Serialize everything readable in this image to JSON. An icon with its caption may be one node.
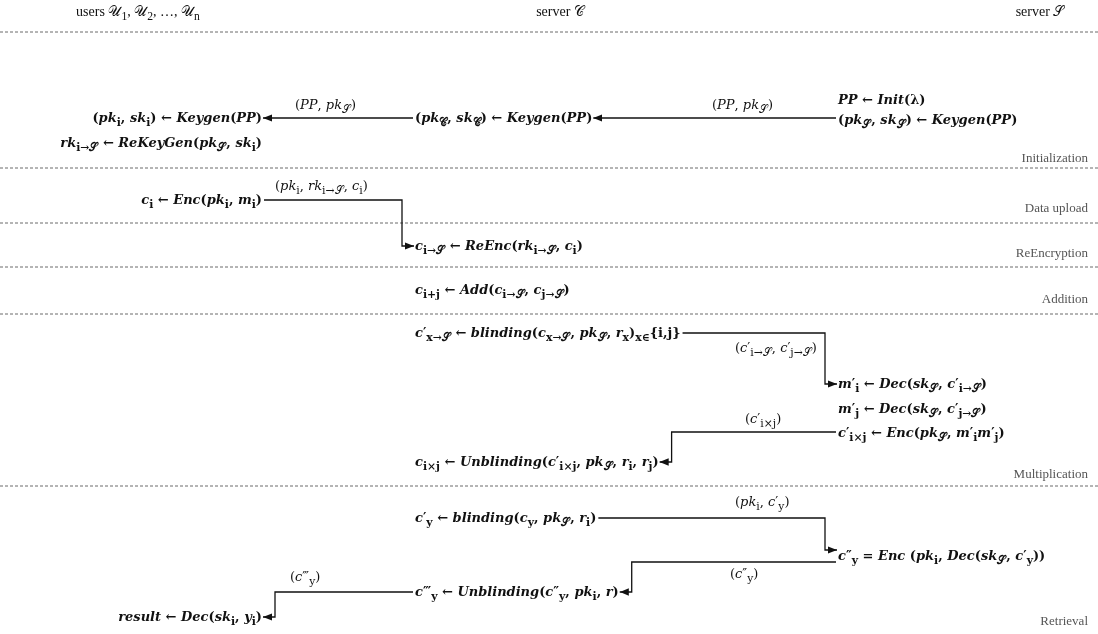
{
  "diagram": {
    "nodes": [
      {
        "text": [
          "*PP* ← *Init*(λ)",
          "(*pk*$_{𝒮}$, *sk*$_{𝒮}$) ← *Keygen*(*PP*)"
        ]
      },
      {
        "text": [
          "(*pk*$_{i}$, *sk*$_{i}$) ← *Keygen*(*PP*)",
          "*rk*$_{i→𝒮}$ ← *ReKeyGen*(*pk*$_{𝒮}$, *sk*$_{i}$)"
        ]
      },
      {
        "text": [
          "(*pk*$_{𝒞}$, *sk*$_{𝒞}$) ← *Keygen*(*PP*)"
        ]
      },
      {
        "text": [
          "*c*$_{i}$ ← *Enc*(*pk*$_{i}$, *m*$_{i}$)"
        ]
      },
      {
        "text": [
          "*c*$_{i→𝒮}$ ← *ReEnc*(*rk*$_{i→𝒮}$, *c*$_{i}$)"
        ]
      },
      {
        "text": [
          "*c*$_{i+j}$ ← *Add*(*c*$_{i→𝒮}$, *c*$_{j→𝒮}$)"
        ]
      },
      {
        "text": [
          "*c*′$_{x→𝒮}$ ← *blinding*(*c*$_{x→𝒮}$, *pk*$_{𝒮}$, *r*$_{x}$)$_{x∈}${i,j}"
        ]
      },
      {
        "text": [
          "*m*′$_{i}$ ← *Dec*(*sk*$_{𝒮}$, *c*′$_{i→𝒮}$)",
          "*m*′$_{j}$ ← *Dec*(*sk*$_{𝒮}$, *c*′$_{j→𝒮}$)",
          "*c*′$_{i×j}$ ← *Enc*(*pk*$_{𝒮}$, *m*′$_{i}$*m*′$_{j}$)"
        ]
      },
      {
        "text": [
          "*c*$_{i×j}$ ← *Unblinding*(*c*′$_{i×j}$, *pk*$_{𝒮}$, *r*$_{i}$, *r*$_{j}$)"
        ]
      },
      {
        "text": [
          "*c*′$_{y}$ ← *blinding*(*c*$_{y}$, *pk*$_{𝒮}$, *r*$_{i}$)"
        ]
      },
      {
        "text": [
          "*c*″$_{y}$ = *Enc* (*pk*$_{i}$, *Dec*(*sk*$_{𝒮}$, *c*′$_{y}$))"
        ]
      },
      {
        "text": [
          "*c*‴$_{y}$ ← *Unblinding*(*c*″$_{y}$, *pk*$_{i}$, *r*)"
        ]
      },
      {
        "text": [
          "*result* ← *Dec*(*sk*$_{i}$, *y*$_{i}$)"
        ]
      }
    ],
    "edges": [
      {
        "from": 0,
        "to": 2,
        "arrow": "to",
        "label": "(*PP*, *pk*$_{𝒮}$)"
      },
      {
        "from": 2,
        "to": 1,
        "arrow": "to",
        "label": "(*PP*, *pk*$_{𝒮}$)"
      },
      {
        "from": 3,
        "to": 4,
        "arrow": "to",
        "label": "(*pk*$_{i}$, *rk*$_{i→𝒮}$, *c*$_{i}$)"
      },
      {
        "from": 6,
        "to": 7,
        "arrow": "to",
        "label": "(*c*′$_{i→𝒮}$, *c*′$_{j→𝒮}$)"
      },
      {
        "from": 7,
        "to": 8,
        "arrow": "to",
        "label": "(*c*′$_{i×j}$)"
      },
      {
        "from": 9,
        "to": 10,
        "arrow": "to",
        "label": "(*pk*$_{i}$, *c*′$_{y}$)"
      },
      {
        "from": 10,
        "to": 11,
        "arrow": "to",
        "label": "(*c*″$_{y}$)"
      },
      {
        "from": 11,
        "to": 12,
        "arrow": "to",
        "label": "(*c*‴$_{y}$)"
      }
    ],
    "labels": [
      "users 𝒰$_{1}$, 𝒰$_{2}$, …, 𝒰$_{n}$",
      "server 𝒞",
      "server 𝒮",
      "Initialization",
      "Data upload",
      "ReEncryption",
      "Addition",
      "Multiplication",
      "Retrieval"
    ]
  }
}
